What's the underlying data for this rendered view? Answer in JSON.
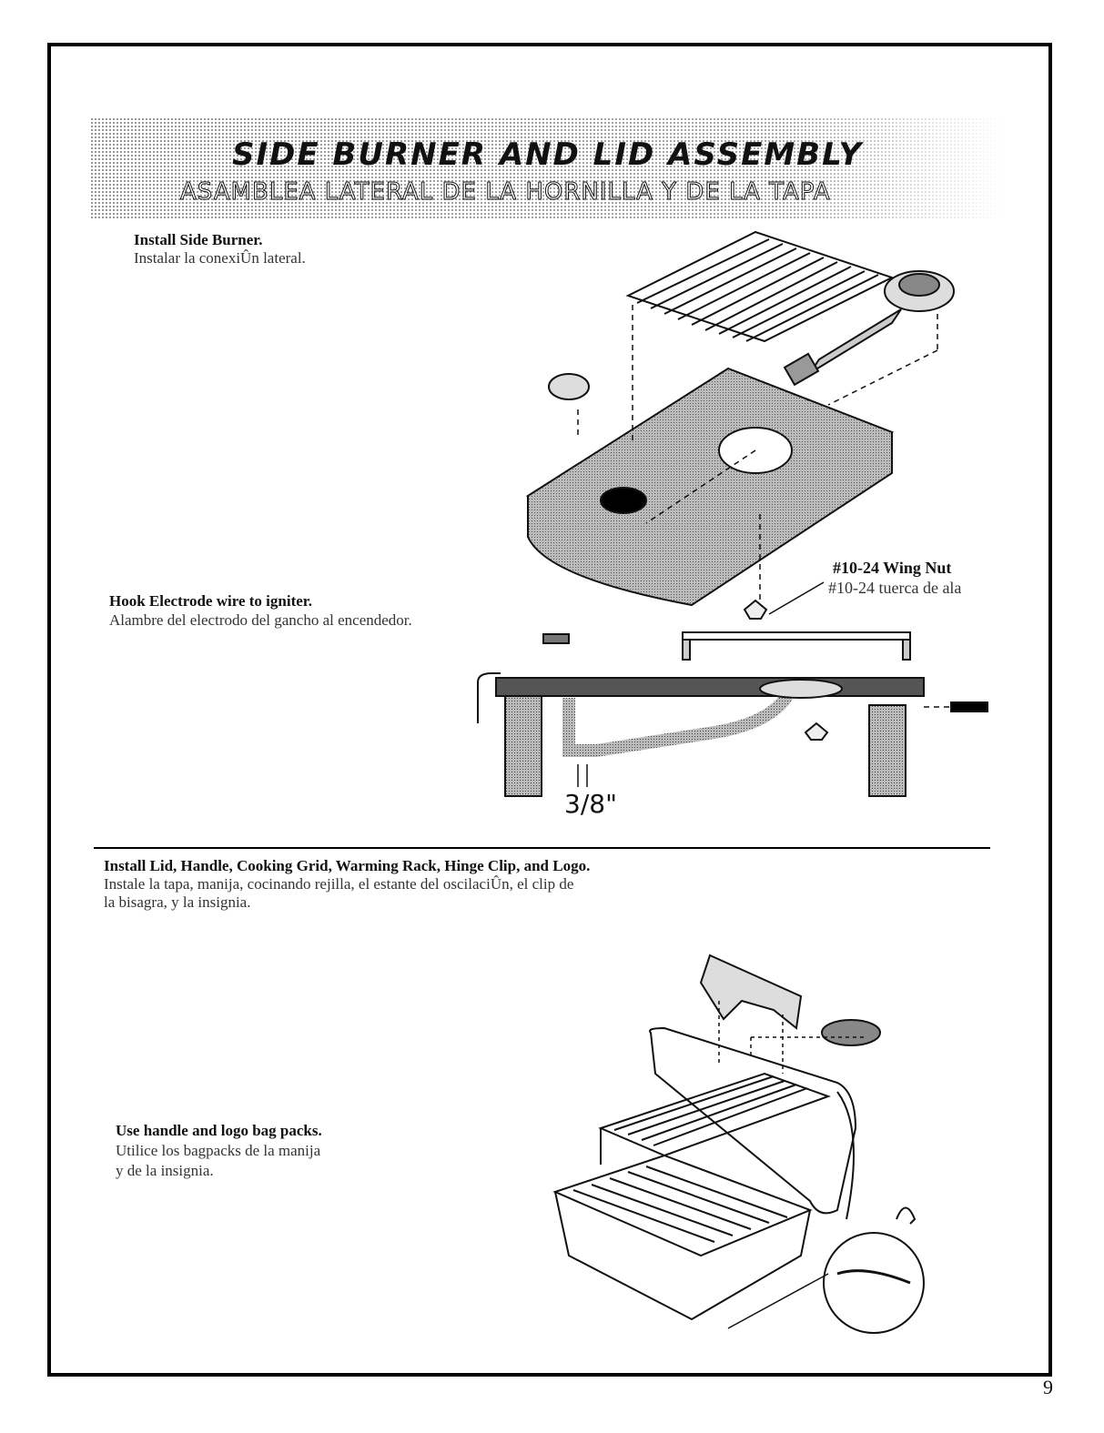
{
  "header": {
    "title": "SIDE BURNER AND LID ASSEMBLY",
    "subtitle": "ASAMBLEA LATERAL DE LA HORNILLA Y DE LA TAPA"
  },
  "section1": {
    "step1_heading": "Install Side Burner.",
    "step1_text": "Instalar la conexiÛn lateral.",
    "step2_heading": "Hook Electrode wire to igniter.",
    "step2_text": "Alambre del electrodo del gancho al encendedor.",
    "wingnut_label": "#10-24 Wing Nut",
    "wingnut_label_es": "#10-24 tuerca de ala",
    "gap_label": "3/8\""
  },
  "section2": {
    "heading": "Install Lid, Handle, Cooking Grid, Warming Rack, Hinge Clip, and Logo.",
    "text_line1": "Instale la tapa, manija, cocinando rejilla, el estante del oscilaciÛn, el clip de",
    "text_line2": "la bisagra, y la insignia.",
    "bag_heading": "Use handle and logo bag packs.",
    "bag_text_line1": "Utilice los bagpacks de la manija",
    "bag_text_line2": "y de la insignia."
  },
  "page_number": "9"
}
